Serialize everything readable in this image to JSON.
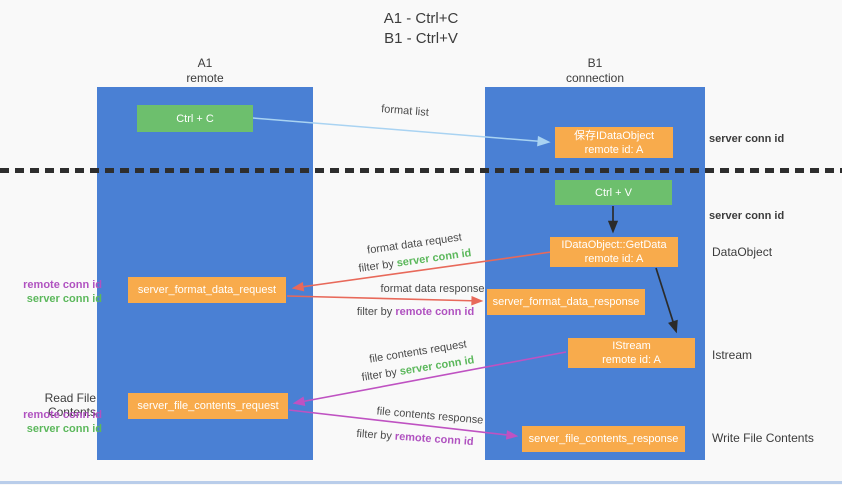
{
  "colors": {
    "background": "#f9f9f9",
    "column_blue": "#4a80d4",
    "box_orange": "#f8ab4c",
    "box_green": "#6dbf6d",
    "text_dark": "#3c3c3c",
    "label_gray": "#4a4a4a",
    "green_id": "#5cb85c",
    "purple_id": "#b052c0",
    "arrow_blue": "#a9d3f2",
    "arrow_black": "#2b2b2b",
    "arrow_red": "#e8695a",
    "arrow_magenta": "#bf52c2",
    "divider_black": "#2e2e2e",
    "bottom_strip": "#b9cdea"
  },
  "title": {
    "line1": "A1 - Ctrl+C",
    "line2": "B1 - Ctrl+V"
  },
  "columns": {
    "a1": {
      "name": "A1",
      "subtitle": "remote"
    },
    "b1": {
      "name": "B1",
      "subtitle": "connection"
    }
  },
  "boxes": {
    "ctrl_c": {
      "label": "Ctrl + C"
    },
    "ctrl_v": {
      "label": "Ctrl + V"
    },
    "save_dataobject": {
      "line1": "保存IDataObject",
      "line2": "remote id: A"
    },
    "getdata": {
      "line1": "IDataObject::GetData",
      "line2": "remote id: A"
    },
    "istream": {
      "line1": "IStream",
      "line2": "remote id: A"
    },
    "format_request": {
      "label": "server_format_data_request"
    },
    "format_response": {
      "label": "server_format_data_response"
    },
    "file_request": {
      "label": "server_file_contents_request"
    },
    "file_response": {
      "label": "server_file_contents_response"
    }
  },
  "arrow_labels": {
    "format_list": "format list",
    "format_data_request": "format data request",
    "format_data_request_filter": {
      "prefix": "filter by ",
      "id": "server conn id"
    },
    "format_data_response": "format data response",
    "format_data_response_filter": {
      "prefix": "filter by ",
      "id": "remote conn id"
    },
    "file_contents_request": "file contents request",
    "file_contents_request_filter": {
      "prefix": "filter by ",
      "id": "server conn id"
    },
    "file_contents_response": "file contents response",
    "file_contents_response_filter": {
      "prefix": "filter by ",
      "id": "remote conn id"
    }
  },
  "side_labels": {
    "server_conn_id_top": "server conn id",
    "server_conn_id_mid": "server conn id",
    "dataobject": "DataObject",
    "istream": "Istream",
    "write_file_contents": "Write File Contents",
    "read_file_contents": "Read File Contents",
    "left_pair_format": {
      "remote": "remote conn id",
      "server": "server conn id"
    },
    "left_pair_file": {
      "remote": "remote conn id",
      "server": "server conn id"
    }
  }
}
